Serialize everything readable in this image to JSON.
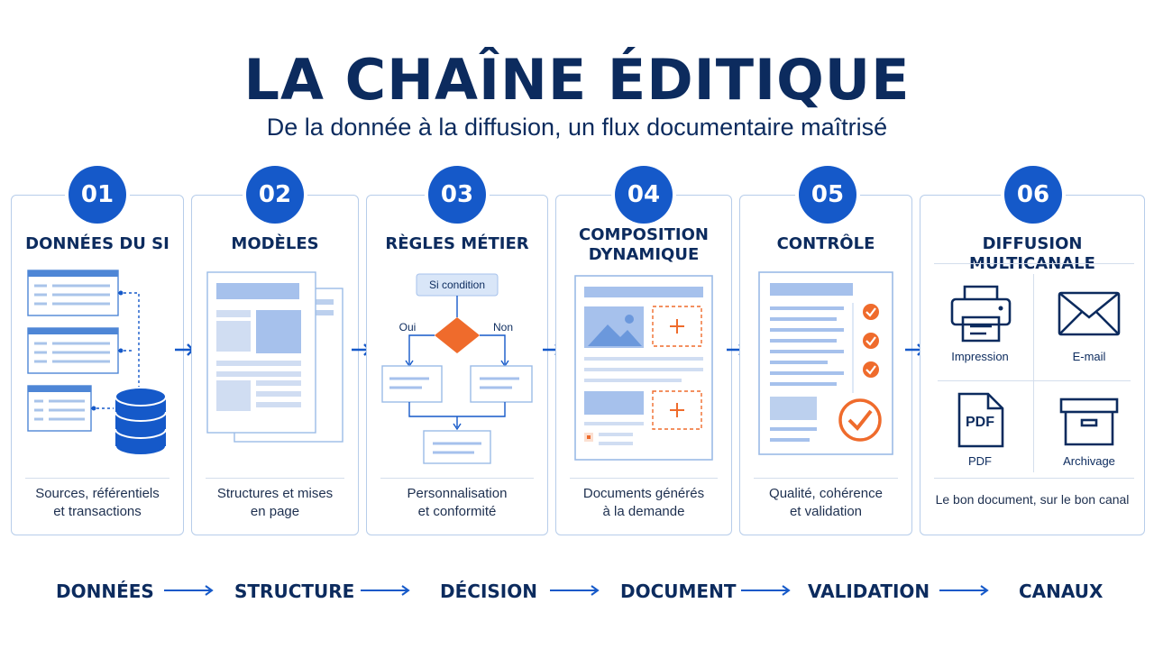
{
  "header": {
    "title": "LA CHAÎNE ÉDITIQUE",
    "subtitle": "De la donnée à la diffusion, un flux documentaire maîtrisé"
  },
  "steps": [
    {
      "number": "01",
      "title": "DONNÉES DU SI",
      "desc_line1": "Sources, référentiels",
      "desc_line2": "et transactions"
    },
    {
      "number": "02",
      "title": "MODÈLES",
      "desc_line1": "Structures et mises",
      "desc_line2": "en page"
    },
    {
      "number": "03",
      "title": "RÈGLES MÉTIER",
      "desc_line1": "Personnalisation",
      "desc_line2": "et conformité",
      "condition_label": "Si condition",
      "yes_label": "Oui",
      "no_label": "Non"
    },
    {
      "number": "04",
      "title_line1": "COMPOSITION",
      "title_line2": "DYNAMIQUE",
      "desc_line1": "Documents générés",
      "desc_line2": "à la demande"
    },
    {
      "number": "05",
      "title": "CONTRÔLE",
      "desc_line1": "Qualité, cohérence",
      "desc_line2": "et validation"
    },
    {
      "number": "06",
      "title": "DIFFUSION MULTICANALE",
      "desc_line1": "Le bon document, sur le bon canal",
      "channels": [
        "Impression",
        "E-mail",
        "PDF",
        "Archivage"
      ],
      "pdf_icon_text": "PDF"
    }
  ],
  "flow": [
    "DONNÉES",
    "STRUCTURE",
    "DÉCISION",
    "DOCUMENT",
    "VALIDATION",
    "CANAUX"
  ],
  "colors": {
    "navy": "#0c2b5e",
    "blue": "#1559c9",
    "light_blue": "#b7cdea",
    "orange": "#ef6b2c"
  }
}
